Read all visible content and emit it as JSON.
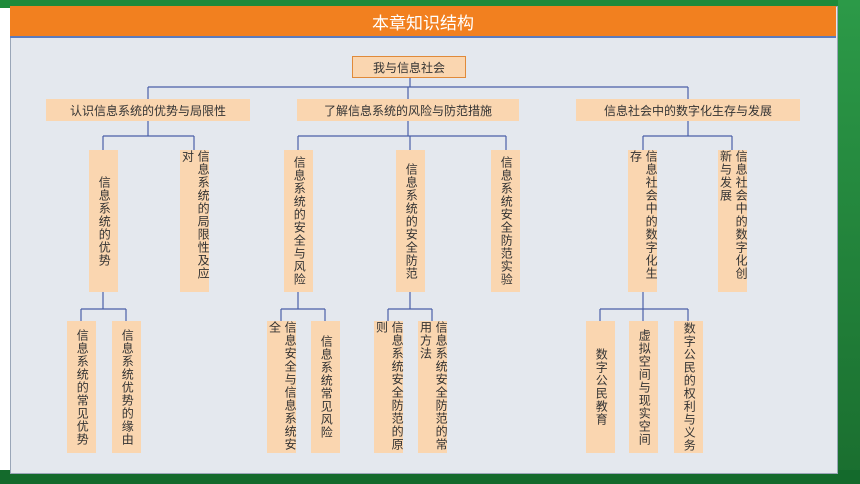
{
  "title": "本章知识结构",
  "root": "我与信息社会",
  "branches": [
    {
      "label": "认识信息系统的优势与局限性",
      "children": [
        {
          "label": "信息系统的优势",
          "children": [
            "信息系统的常见优势",
            "信息系统优势的缘由"
          ]
        },
        {
          "label": "信息系统的局限性及应对",
          "children": []
        }
      ]
    },
    {
      "label": "了解信息系统的风险与防范措施",
      "children": [
        {
          "label": "信息系统的安全与风险",
          "children": [
            "信息安全与信息系统安全",
            "信息系统常见风险"
          ]
        },
        {
          "label": "信息系统的安全防范",
          "children": [
            "信息系统安全防范的原则",
            "信息系统安全防范的常用方法"
          ]
        },
        {
          "label": "信息系统安全防范实验",
          "children": []
        }
      ]
    },
    {
      "label": "信息社会中的数字化生存与发展",
      "children": [
        {
          "label": "信息社会中的数字化生存",
          "children": [
            "数字公民教育",
            "虚拟空间与现实空间",
            "数字公民的权利与义务"
          ]
        },
        {
          "label": "信息社会中的数字化创新与发展",
          "children": []
        }
      ]
    }
  ],
  "colors": {
    "title_bar": "#f2801f",
    "node": "#fad6b0",
    "line": "#4a5fa8",
    "panel": "#e4e8ee",
    "frame": "#1f8a3a"
  }
}
